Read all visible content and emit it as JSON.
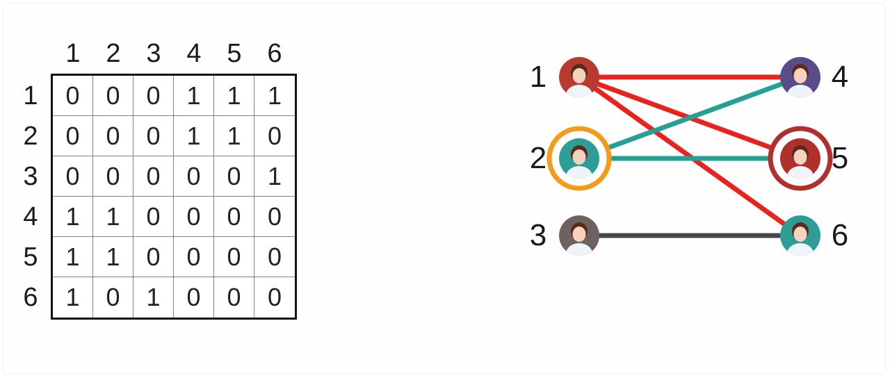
{
  "matrix": {
    "col_headers": [
      "1",
      "2",
      "3",
      "4",
      "5",
      "6"
    ],
    "row_headers": [
      "1",
      "2",
      "3",
      "4",
      "5",
      "6"
    ],
    "rows": [
      [
        "0",
        "0",
        "0",
        "1",
        "1",
        "1"
      ],
      [
        "0",
        "0",
        "0",
        "1",
        "1",
        "0"
      ],
      [
        "0",
        "0",
        "0",
        "0",
        "0",
        "1"
      ],
      [
        "1",
        "1",
        "0",
        "0",
        "0",
        "0"
      ],
      [
        "1",
        "1",
        "0",
        "0",
        "0",
        "0"
      ],
      [
        "1",
        "0",
        "1",
        "0",
        "0",
        "0"
      ]
    ]
  },
  "graph": {
    "nodes": [
      {
        "id": "1",
        "label": "1",
        "color": "#b83a2e",
        "avatar": "person-icon"
      },
      {
        "id": "2",
        "label": "2",
        "color": "#2e9d96",
        "ring": "#f59b1a",
        "avatar": "person-icon"
      },
      {
        "id": "3",
        "label": "3",
        "color": "#6d625f",
        "avatar": "person-icon"
      },
      {
        "id": "4",
        "label": "4",
        "color": "#5a4c8a",
        "avatar": "person-icon"
      },
      {
        "id": "5",
        "label": "5",
        "color": "#b0302c",
        "ring": "#b0302c",
        "avatar": "person-icon"
      },
      {
        "id": "6",
        "label": "6",
        "color": "#2e9d96",
        "avatar": "person-icon"
      }
    ],
    "edges": [
      {
        "from": "1",
        "to": "4",
        "color": "#e8231e"
      },
      {
        "from": "1",
        "to": "5",
        "color": "#e8231e"
      },
      {
        "from": "1",
        "to": "6",
        "color": "#e8231e"
      },
      {
        "from": "2",
        "to": "4",
        "color": "#27a094"
      },
      {
        "from": "2",
        "to": "5",
        "color": "#27a094"
      },
      {
        "from": "3",
        "to": "6",
        "color": "#4a4446"
      }
    ]
  }
}
